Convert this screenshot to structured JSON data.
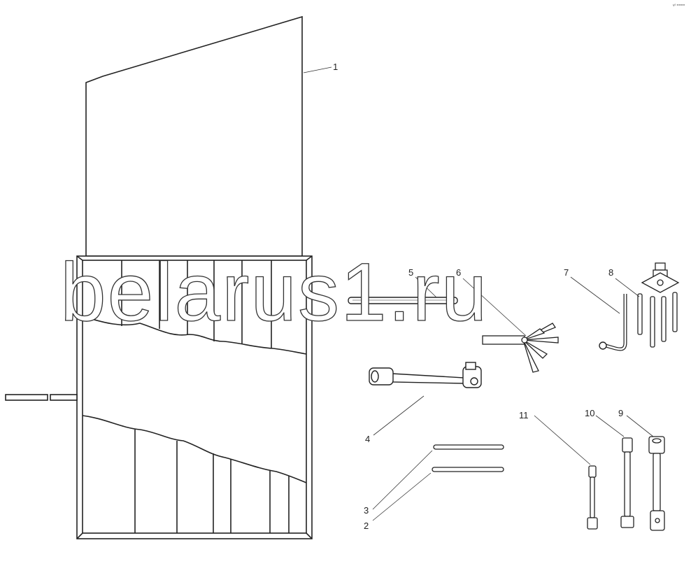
{
  "corner_mark": "v² ====",
  "watermark": "belarus1.ru",
  "callouts": [
    "1",
    "2",
    "3",
    "4",
    "5",
    "6",
    "7",
    "8",
    "9",
    "10",
    "11"
  ]
}
